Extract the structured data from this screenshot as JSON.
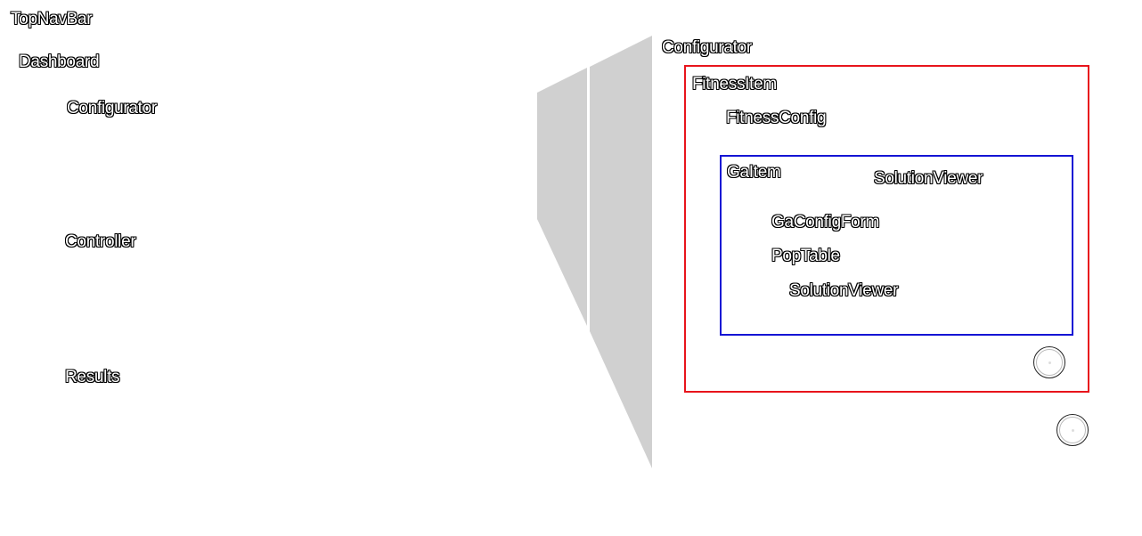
{
  "left_tree": {
    "top_nav_bar": "TopNavBar",
    "dashboard": "Dashboard",
    "configurator": "Configurator",
    "controller": "Controller",
    "results": "Results"
  },
  "zoom_panel": {
    "title": "Configurator",
    "fitness_item": {
      "label": "FitnessItem",
      "fitness_config": "FitnessConfig",
      "ga_item": {
        "label": "GaItem",
        "solution_viewer_header": "SolutionViewer",
        "ga_config_form": "GaConfigForm",
        "pop_table": "PopTable",
        "solution_viewer": "SolutionViewer"
      }
    }
  },
  "colors": {
    "fitness_border": "#e8141c",
    "ga_border": "#1414d4",
    "funnel_fill": "#d0d0d0"
  },
  "icons": {
    "fitness_add": "circle-button-icon",
    "configurator_add": "circle-button-icon"
  }
}
